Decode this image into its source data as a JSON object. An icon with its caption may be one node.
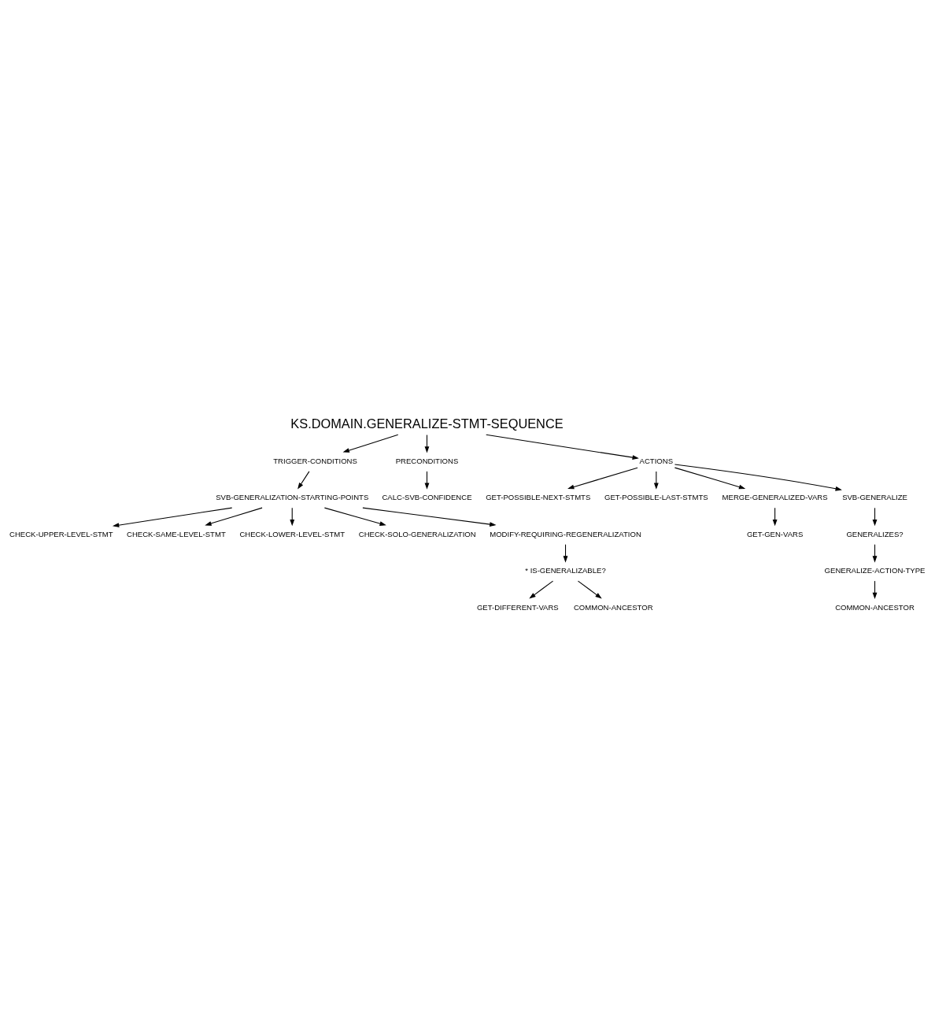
{
  "diagram": {
    "nodes": [
      {
        "text": [
          "KS.DOMAIN.GENERALIZE-STMT-SEQUENCE"
        ]
      },
      {
        "text": [
          "TRIGGER-CONDITIONS"
        ]
      },
      {
        "text": [
          "PRECONDITIONS"
        ]
      },
      {
        "text": [
          "ACTIONS"
        ]
      },
      {
        "text": [
          "CALC-SVB-CONFIDENCE"
        ]
      },
      {
        "text": [
          "SVB-GENERALIZATION-STARTING-POINTS"
        ]
      },
      {
        "text": [
          "GET-POSSIBLE-NEXT-STMTS"
        ]
      },
      {
        "text": [
          "GET-POSSIBLE-LAST-STMTS"
        ]
      },
      {
        "text": [
          "MERGE-GENERALIZED-VARS"
        ]
      },
      {
        "text": [
          "GET-GEN-VARS"
        ]
      },
      {
        "text": [
          "SVB-GENERALIZE"
        ]
      },
      {
        "text": [
          "CHECK-UPPER-LEVEL-STMT"
        ]
      },
      {
        "text": [
          "GENERALIZES?"
        ]
      },
      {
        "text": [
          "CHECK-SAME-LEVEL-STMT"
        ]
      },
      {
        "text": [
          "GENERALIZE-ACTION-TYPE"
        ]
      },
      {
        "text": [
          "CHECK-LOWER-LEVEL-STMT"
        ]
      },
      {
        "text": [
          "COMMON-ANCESTOR"
        ]
      },
      {
        "text": [
          "CHECK-SOLO-GENERALIZATION"
        ]
      },
      {
        "text": [
          "MODIFY-REQUIRING-REGENERALIZATION"
        ]
      },
      {
        "text": [
          "* IS-GENERALIZABLE?"
        ]
      },
      {
        "text": [
          "GET-DIFFERENT-VARS"
        ]
      },
      {
        "text": [
          "COMMON-ANCESTOR"
        ]
      }
    ],
    "edges": [
      {
        "from": 0,
        "to": 1,
        "arrow": "to"
      },
      {
        "from": 0,
        "to": 2,
        "arrow": "to"
      },
      {
        "from": 0,
        "to": 3,
        "arrow": "to"
      },
      {
        "from": 1,
        "to": 5,
        "arrow": "to"
      },
      {
        "from": 2,
        "to": 4,
        "arrow": "to"
      },
      {
        "from": 3,
        "to": 6,
        "arrow": "to"
      },
      {
        "from": 3,
        "to": 7,
        "arrow": "to"
      },
      {
        "from": 3,
        "to": 8,
        "arrow": "to"
      },
      {
        "from": 3,
        "to": 10,
        "arrow": "to"
      },
      {
        "from": 8,
        "to": 9,
        "arrow": "to"
      },
      {
        "from": 10,
        "to": 12,
        "arrow": "to"
      },
      {
        "from": 12,
        "to": 14,
        "arrow": "to"
      },
      {
        "from": 14,
        "to": 16,
        "arrow": "to"
      },
      {
        "from": 5,
        "to": 11,
        "arrow": "to"
      },
      {
        "from": 5,
        "to": 13,
        "arrow": "to"
      },
      {
        "from": 5,
        "to": 15,
        "arrow": "to"
      },
      {
        "from": 5,
        "to": 17,
        "arrow": "to"
      },
      {
        "from": 5,
        "to": 18,
        "arrow": "to"
      },
      {
        "from": 18,
        "to": 19,
        "arrow": "to"
      },
      {
        "from": 19,
        "to": 20,
        "arrow": "to"
      },
      {
        "from": 19,
        "to": 21,
        "arrow": "to"
      }
    ]
  }
}
